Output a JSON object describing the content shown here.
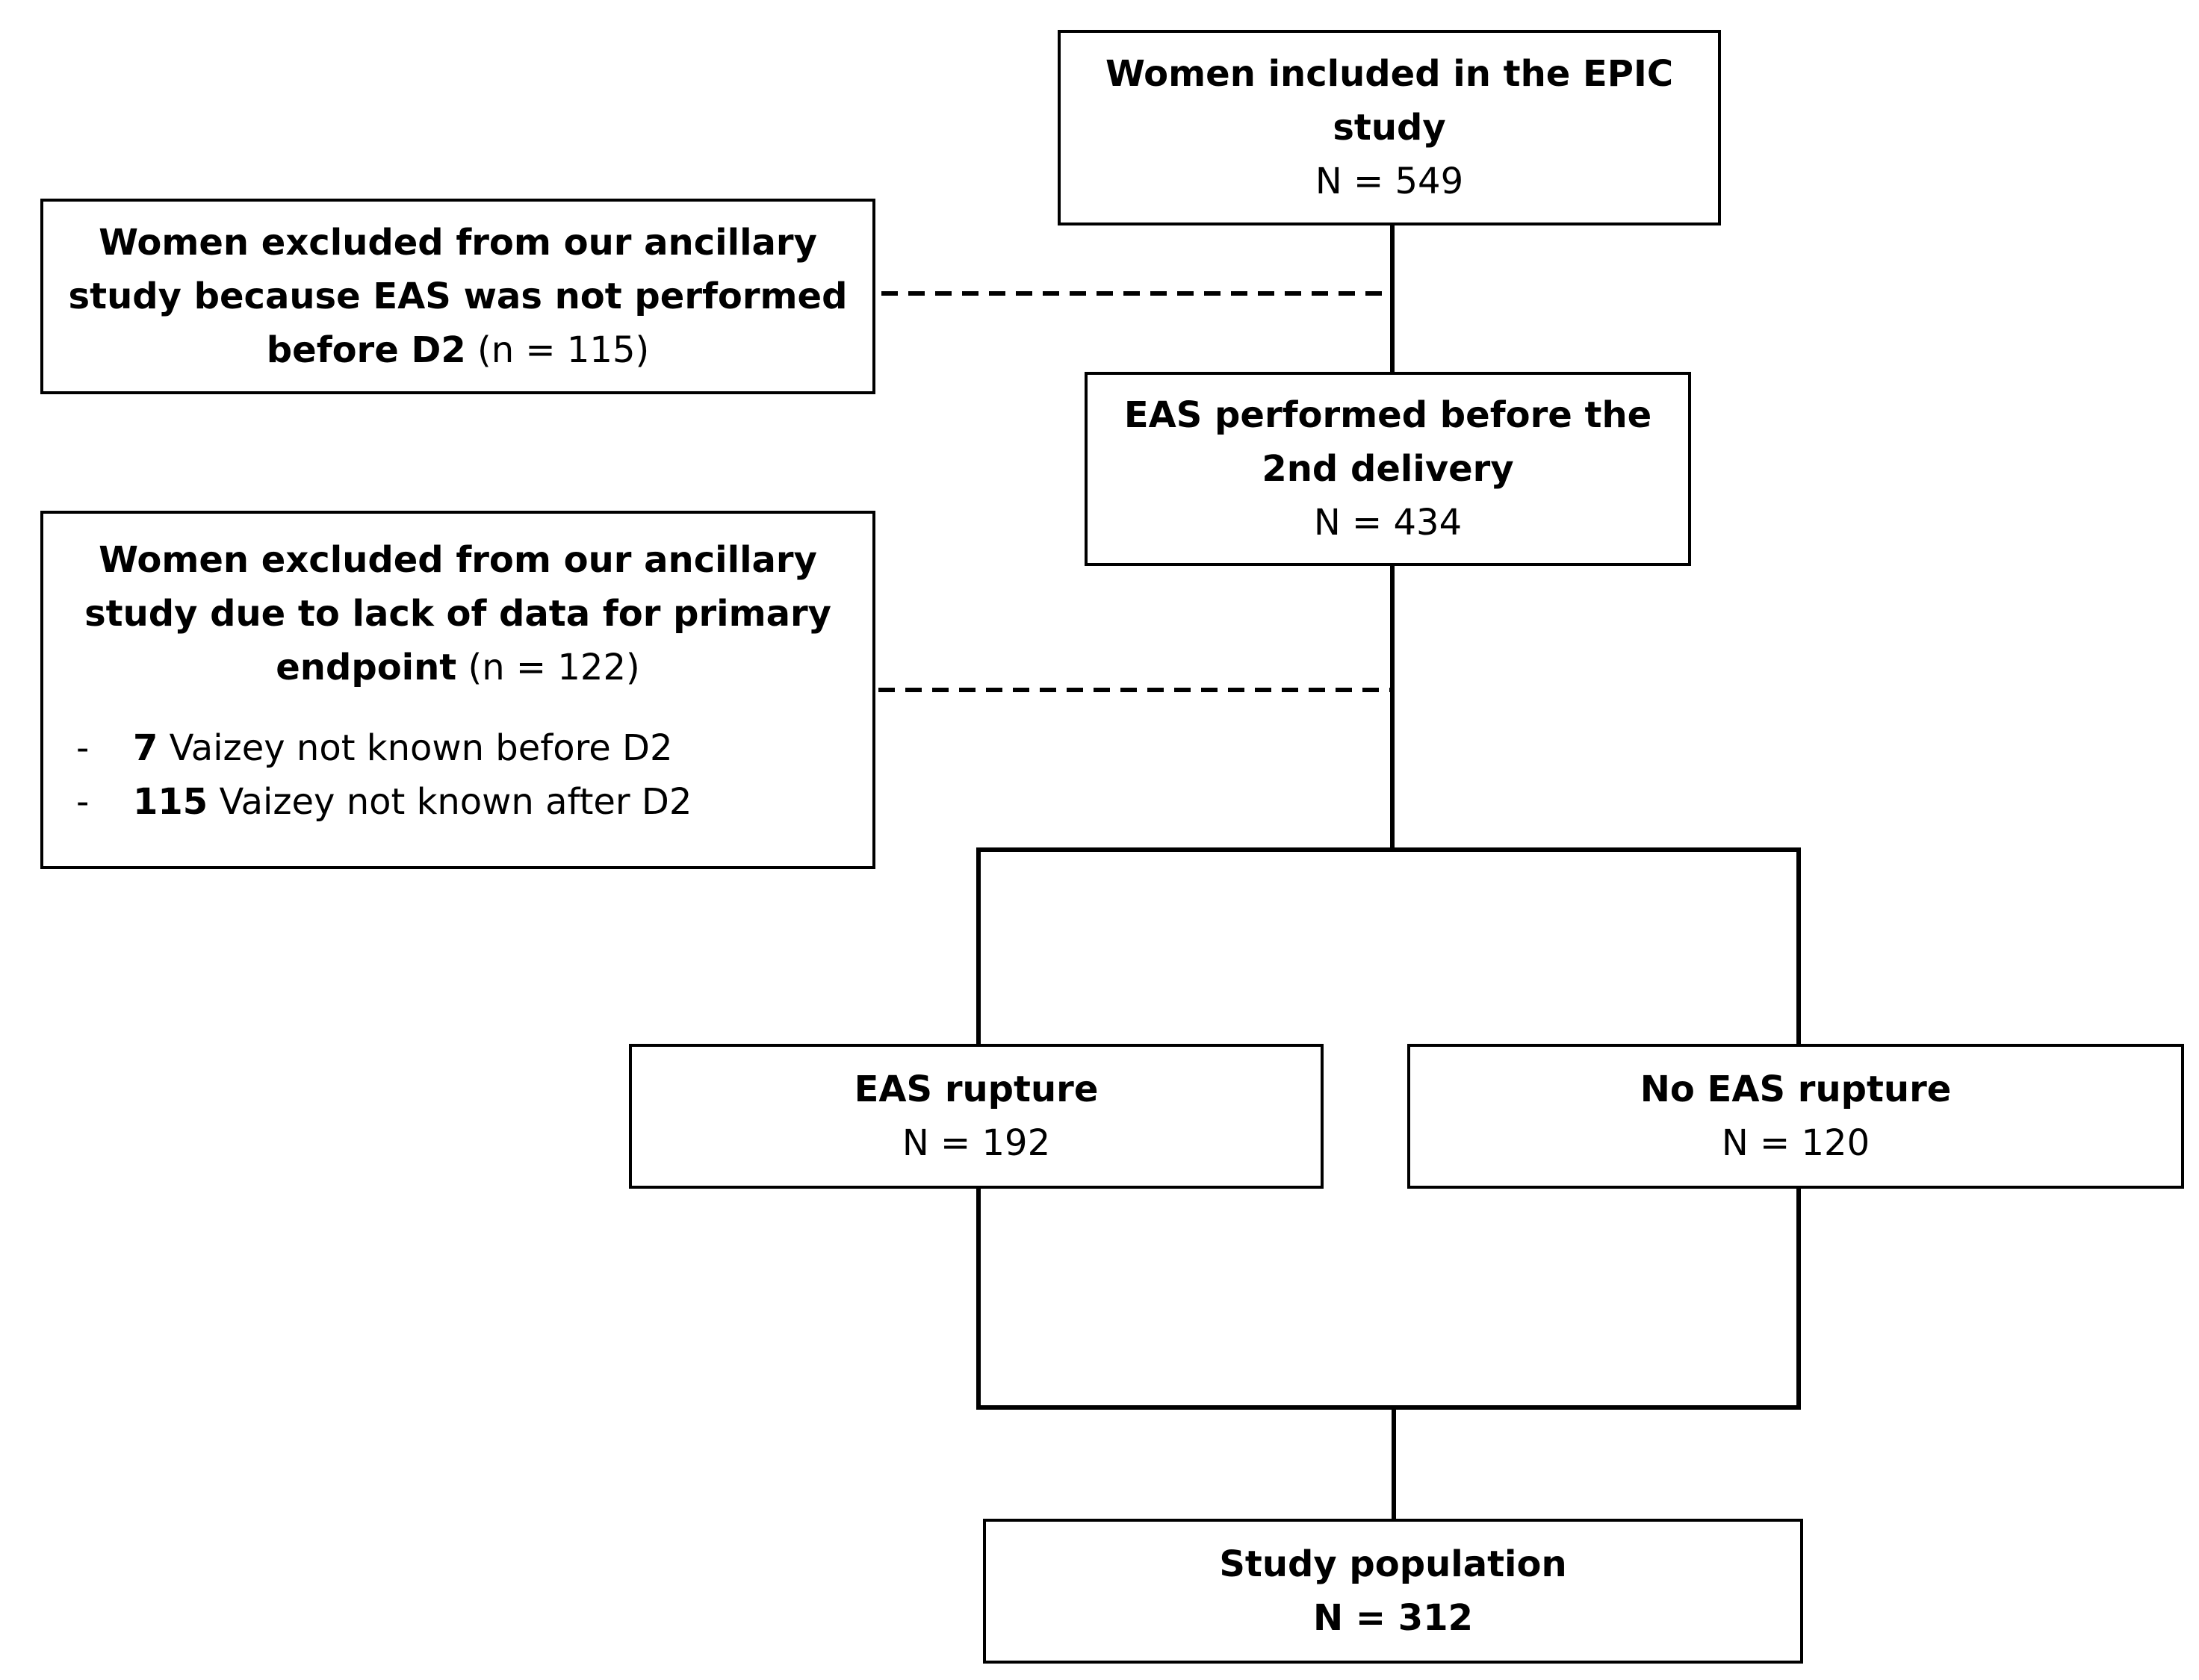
{
  "boxes": {
    "epic": {
      "title_line1": "Women included in the EPIC",
      "title_line2": "study",
      "count": "N = 549"
    },
    "excluded_eas": {
      "line1": "Women excluded from our ancillary",
      "line2": "study because EAS was not performed",
      "line3_bold": "before D2",
      "line3_rest": " (n = 115)"
    },
    "eas_performed": {
      "title_line1": "EAS performed before the",
      "title_line2": "2nd delivery",
      "count": "N = 434"
    },
    "excluded_data": {
      "line1": "Women excluded from our ancillary",
      "line2": "study due to lack of data for primary",
      "line3_bold": "endpoint",
      "line3_rest": " (n = 122)",
      "bullets": [
        {
          "dash": "-",
          "number": "7",
          "text": " Vaizey not known before D2"
        },
        {
          "dash": "-",
          "number": "115",
          "text": " Vaizey not known after D2"
        }
      ]
    },
    "rupture": {
      "title": "EAS rupture",
      "count": "N = 192"
    },
    "no_rupture": {
      "title": "No EAS rupture",
      "count": "N = 120"
    },
    "study_population": {
      "title": "Study population",
      "count": "N = 312"
    }
  }
}
